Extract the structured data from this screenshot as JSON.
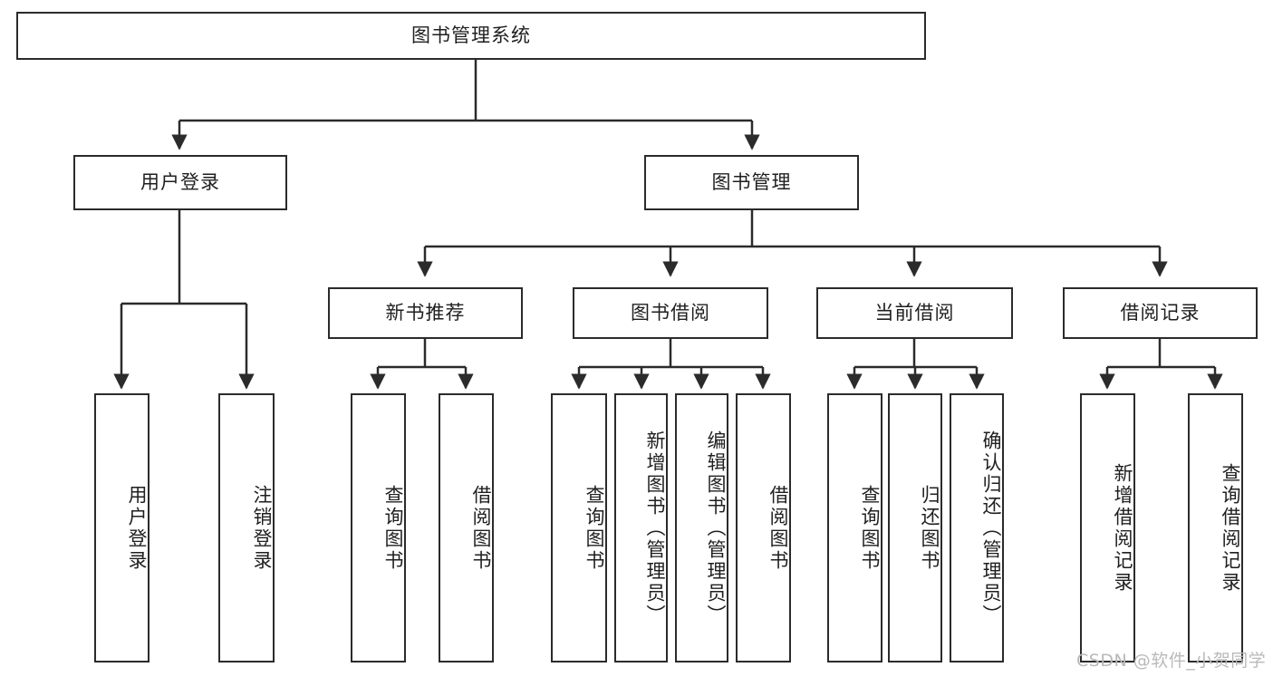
{
  "diagram": {
    "title": "图书管理系统",
    "type": "functional-structure-tree",
    "watermark": "CSDN @软件_小贺同学",
    "root": {
      "label": "图书管理系统"
    },
    "level2": [
      {
        "label": "用户登录"
      },
      {
        "label": "图书管理"
      }
    ],
    "level3": [
      {
        "label": "新书推荐"
      },
      {
        "label": "图书借阅"
      },
      {
        "label": "当前借阅"
      },
      {
        "label": "借阅记录"
      }
    ],
    "leaves": {
      "user_login": [
        {
          "label": "用户登录"
        },
        {
          "label": "注销登录"
        }
      ],
      "new_book_recommend": [
        {
          "label": "查询图书"
        },
        {
          "label": "借阅图书"
        }
      ],
      "book_borrow": [
        {
          "label": "查询图书"
        },
        {
          "label": "新增图书（管理员）"
        },
        {
          "label": "编辑图书（管理员）"
        },
        {
          "label": "借阅图书"
        }
      ],
      "current_borrow": [
        {
          "label": "查询图书"
        },
        {
          "label": "归还图书"
        },
        {
          "label": "确认归还（管理员）"
        }
      ],
      "borrow_records": [
        {
          "label": "新增借阅记录"
        },
        {
          "label": "查询借阅记录"
        }
      ]
    },
    "colors": {
      "stroke": "#2b2b2b",
      "fill": "#ffffff",
      "text": "#1f1f1f",
      "watermark": "#b9b9b9"
    }
  }
}
